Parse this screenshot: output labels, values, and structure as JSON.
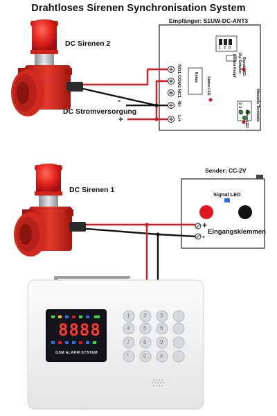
{
  "title": "Drahtloses Sirenen Synchronisation System",
  "receiver": {
    "title": "Empfänger: S1UW-DC-ANT3",
    "relais": "Relais",
    "status_led": "Status LED",
    "signal_led": "Signal LED",
    "lernen_knopf": "Lernen Knopf",
    "dip_schalter": "Dip Schalter",
    "manuelle_terminals": "Manuelle Terminals",
    "strom_led": "Strom LED",
    "terminal_numbers": [
      "2",
      "3",
      "1"
    ],
    "dip_numbers": [
      "1",
      "2",
      "3"
    ],
    "terminals": [
      "NO1",
      "COM1",
      "NC1",
      "N/-",
      "L/+"
    ]
  },
  "siren2": {
    "label": "DC Sirenen 2"
  },
  "siren1": {
    "label": "DC Sirenen 1"
  },
  "power": {
    "label": "DC Stromversorgung",
    "minus": "-",
    "plus": "+"
  },
  "sender": {
    "title": "Sender: CC-2V",
    "signal_led": "Signal LED",
    "input_label": "Eingangsklemmen",
    "plus": "+",
    "minus": "-"
  },
  "alarm": {
    "display_digits": "8888",
    "brand": "GSM ALARM SYSTEM",
    "keys": [
      "1",
      "2",
      "3",
      "4",
      "5",
      "6",
      "7",
      "8",
      "9",
      "*",
      "0",
      "#"
    ]
  },
  "colors": {
    "wire_red": "#e0171e",
    "wire_black": "#111111",
    "siren_red": "#d82a20",
    "signal_led_blue": "#2a6ee6"
  }
}
